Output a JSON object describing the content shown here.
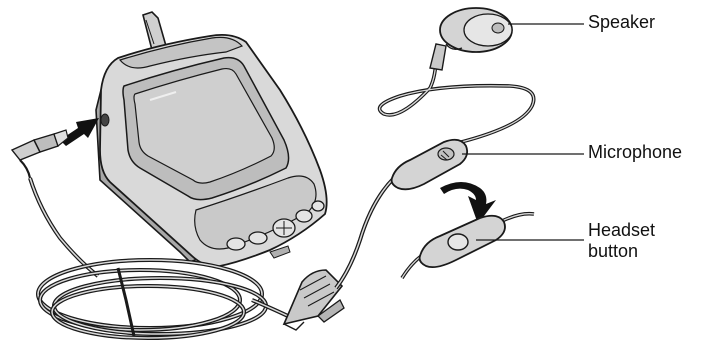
{
  "figure": {
    "callouts": {
      "speaker": "Speaker",
      "microphone": "Microphone",
      "headset_line1": "Headset",
      "headset_line2": "button"
    },
    "icons": {
      "device": "pda-handheld-icon",
      "earpiece": "earbud-speaker-icon",
      "mic": "inline-microphone-icon",
      "button": "headset-button-icon",
      "plug": "audio-jack-plug-icon",
      "clip": "clothing-clip-icon",
      "insert_arrow": "insert-arrow-icon",
      "transition_arrow": "curved-arrow-icon"
    },
    "colors": {
      "line": "#1a1a1a",
      "body_fill": "#d9d9d9",
      "screen_fill": "#c9c9c9",
      "shade_fill": "#bdbdbd",
      "arrow_fill": "#111111"
    }
  }
}
